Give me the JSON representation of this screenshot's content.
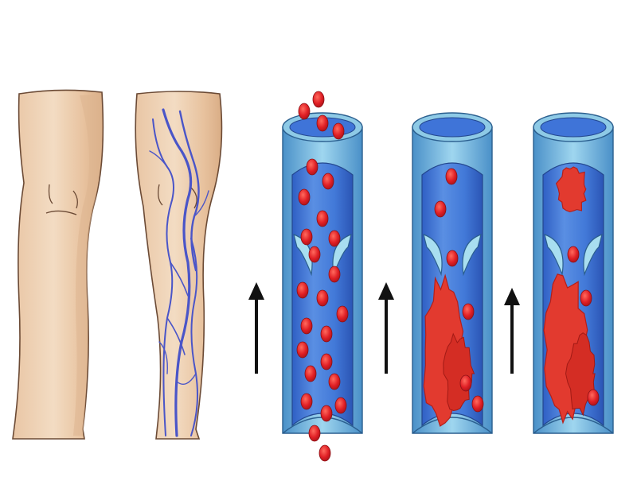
{
  "colors": {
    "background": "#ffffff",
    "skin": "#efd2b5",
    "skin_shadow": "#dcb48f",
    "skin_outline": "#6b4a35",
    "vein_line": "#4a55c8",
    "vessel_wall": "#8ecae6",
    "vessel_wall_dark": "#4a90c8",
    "vessel_lumen": "#3f74d8",
    "vessel_lumen_light": "#6c9be6",
    "blood_cell": "#e01f25",
    "blood_cell_highlight": "#ff8a7a",
    "clot": "#e23a2f",
    "clot_dark": "#b51f1a",
    "valve": "#a8def0",
    "arrow": "#111111"
  },
  "diagram": {
    "legs": [
      {
        "name": "healthy-leg",
        "veins_visible": false
      },
      {
        "name": "varicose-leg",
        "veins_visible": true
      }
    ],
    "vessels": [
      {
        "name": "normal-vein",
        "valve": "open",
        "clot": "none",
        "flow": "up",
        "cell_density": "high"
      },
      {
        "name": "vein-with-clot",
        "valve": "open",
        "clot": "large-lower",
        "flow": "up",
        "cell_density": "low"
      },
      {
        "name": "vein-with-clots",
        "valve": "open",
        "clot": "large-lower-and-upper",
        "flow": "up",
        "cell_density": "low"
      }
    ],
    "flow_arrows": [
      {
        "name": "flow-arrow-1",
        "direction": "up"
      },
      {
        "name": "flow-arrow-2",
        "direction": "up"
      },
      {
        "name": "flow-arrow-3",
        "direction": "up"
      }
    ]
  }
}
